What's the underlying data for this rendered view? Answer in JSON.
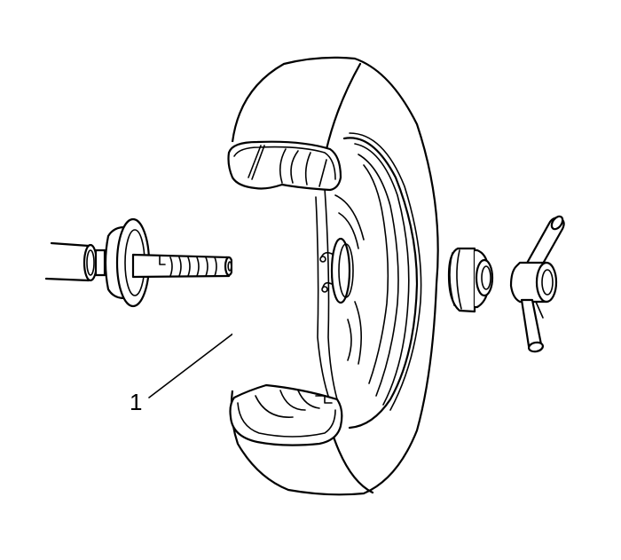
{
  "diagram": {
    "subject": "Wheel and tire assembly mounted on wheel balancer shaft (exploded view)",
    "components": [
      {
        "id": "balancer-shaft",
        "description": "Balancer shaft with flange and threaded end"
      },
      {
        "id": "centering-cone",
        "description": "Centering cone",
        "callout": "1"
      },
      {
        "id": "wheel-tire",
        "description": "Tire and wheel cutaway"
      },
      {
        "id": "pressure-cup",
        "description": "Pressure cup / spacer"
      },
      {
        "id": "wing-nut",
        "description": "Quick-release wing nut"
      }
    ],
    "callouts": [
      {
        "label": "1",
        "target": "centering-cone"
      }
    ],
    "colors": {
      "line": "#000000",
      "background": "#ffffff"
    }
  }
}
